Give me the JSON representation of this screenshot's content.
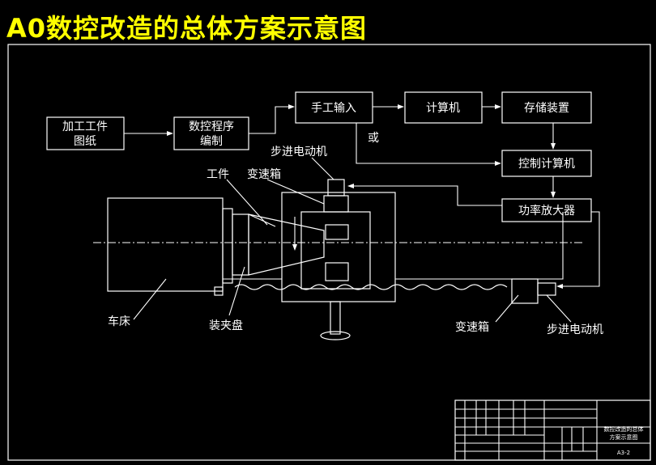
{
  "title": "A0数控改造的总体方案示意图",
  "blocks": {
    "b1_line1": "加工工件",
    "b1_line2": "图纸",
    "b2_line1": "数控程序",
    "b2_line2": "编制",
    "b3": "手工输入",
    "b4": "计算机",
    "b5": "存储装置",
    "b6": "控制计算机",
    "b7": "功率放大器"
  },
  "labels": {
    "or": "或",
    "stepper_top": "步进电动机",
    "workpiece": "工件",
    "gearbox_top": "变速箱",
    "lathe": "车床",
    "chuck": "装夹盘",
    "gearbox_bottom": "变速箱",
    "stepper_bottom": "步进电动机"
  },
  "titleblock": {
    "name_line1": "数控改造的总体",
    "name_line2": "方案示意图",
    "code": "A3-2"
  },
  "colors": {
    "background": "#000000",
    "title": "#ffff00",
    "line": "#ffffff"
  }
}
